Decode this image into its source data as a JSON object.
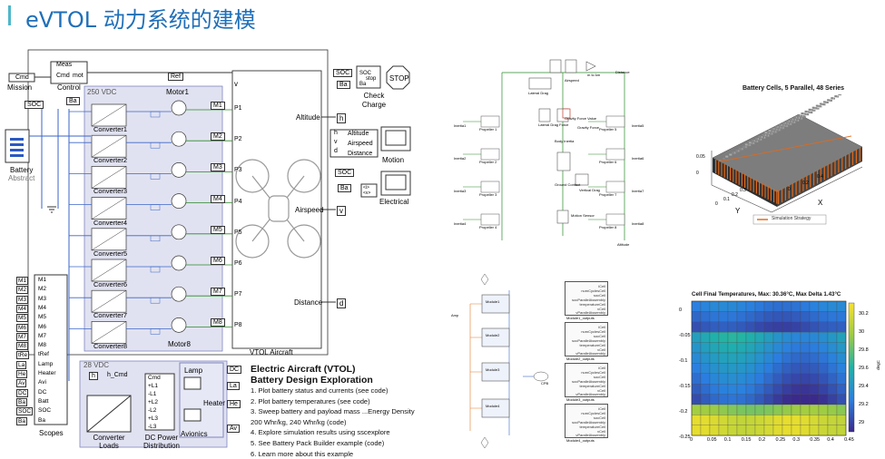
{
  "title": "eVTOL 动力系统的建模",
  "model": {
    "mission": "Mission",
    "cmd": "Cmd",
    "control": "Control",
    "meas": "Meas",
    "v": "v",
    "cmd_in": "Cmd",
    "mot": "mot",
    "ref": "Ref",
    "batt_bus": "250 VDC",
    "low_bus": "28 VDC",
    "motor1": "Motor1",
    "motor8": "Motor8",
    "converters": [
      "Converter1",
      "Converter2",
      "Converter3",
      "Converter4",
      "Converter5",
      "Converter6",
      "Converter7",
      "Converter8"
    ],
    "motors": [
      "M1",
      "M2",
      "M3",
      "M4",
      "M5",
      "M6",
      "M7",
      "M8"
    ],
    "ports": [
      "P1",
      "P2",
      "P3",
      "P4",
      "P5",
      "P6",
      "P7",
      "P8"
    ],
    "battery": "Battery",
    "abstract": "Abstract",
    "soc": "SOC",
    "ba": "Ba",
    "aircraft": "VTOL Aircraft",
    "altitude": "Altitude",
    "airspeed": "Airspeed",
    "distance": "Distance",
    "h": "h",
    "vv": "v",
    "d": "d",
    "soc_stop": "SOC",
    "ba_stop": "Ba",
    "stop": "STOP",
    "check_charge": "Check Charge",
    "stop_inner": "stop",
    "motion": "Motion",
    "alt_l": "Altitude",
    "air_l": "Airspeed",
    "dist_l": "Distance",
    "electrical": "Electrical",
    "i_v": "<i>\n<v>",
    "scopes": "Scopes",
    "scope_inputs": [
      "M1",
      "M2",
      "M3",
      "M4",
      "M5",
      "M6",
      "M7",
      "M8",
      "tRef",
      "Lamp",
      "Heater",
      "Avi",
      "DC",
      "Batt",
      "SOC",
      "Ba"
    ],
    "scope_tags": [
      "M1",
      "M2",
      "M3",
      "M4",
      "M5",
      "M6",
      "M7",
      "M8",
      "tRe",
      "La",
      "He",
      "Av",
      "DC",
      "Ba",
      "SOC",
      "Ba"
    ],
    "conv_loads": "Converter Loads",
    "dc_dist": "DC Power Distribution",
    "avionics": "Avionics",
    "lamp": "Lamp",
    "heater": "Heater",
    "lamp_tag": "La",
    "heater_tag": "He",
    "dc_tag": "DC",
    "av_tag": "Av",
    "cmd_l": "Cmd",
    "h_cmd": "h_Cmd",
    "bus_pins": [
      "Cmd",
      "+L1",
      "-L1",
      "+L2",
      "-L2",
      "+L3",
      "-L3"
    ]
  },
  "description": {
    "heading1": "Electric Aircraft (VTOL)",
    "heading2": "Battery Design Exploration",
    "items": [
      "1. Plot battery status and currents (see code)",
      "2. Plot battery temperatures (see code)",
      "3. Sweep battery and payload mass ...Energy Density 200 Whr/kg, 240 Whr/kg (code)",
      "4. Explore simulation results using sscexplore",
      "5. See Battery Pack Builder example (code)",
      "6. Learn more about this example"
    ]
  },
  "mechanics": {
    "props": [
      "Propeller 1",
      "Propeller 2",
      "Propeller 3",
      "Propeller 4",
      "Propeller 5",
      "Propeller 6",
      "Propeller 7",
      "Propeller 8"
    ],
    "inertias": [
      "Inertia1",
      "Inertia2",
      "Inertia3",
      "Inertia4",
      "Inertia5",
      "Inertia6",
      "Inertia7",
      "Inertia8"
    ],
    "center": [
      "Lateral Drag Force",
      "Gravity Force Value",
      "Gravity Force",
      "Body Inertia",
      "Ground Contact",
      "Vertical Drag",
      "Motion Sensor"
    ],
    "top": [
      "Lateral Drag",
      "Airspeed",
      "m to km",
      "Distance",
      "Altitude"
    ]
  },
  "battery3d": {
    "title": "Battery Cells, 5 Parallel, 48 Series",
    "legend": "Simulation Strategy",
    "xlabel": "X",
    "ylabel": "Y",
    "zticks": [
      "0.05",
      "0"
    ],
    "yticks": [
      "0",
      "0.1",
      "0.2",
      "0.3"
    ],
    "xticks": [
      "0",
      "0.2",
      "0.4"
    ]
  },
  "modules": {
    "names": [
      "Module1",
      "Module2",
      "Module3",
      "Module4"
    ],
    "outputs": [
      "Module1_outputs",
      "Module2_outputs",
      "Module3_outputs",
      "Module4_outputs"
    ],
    "cpb": "CPB",
    "amp": "Amp",
    "signals": [
      "iCell",
      "numCyclesCell",
      "socCell",
      "socParallelAssembly",
      "temperatureCell",
      "vCell",
      "vParallelAssembly"
    ]
  },
  "heatmap": {
    "title": "Cell Final Temperatures, Max: 30.36°C, Max Delta 1.43°C",
    "xticks": [
      "0",
      "0.05",
      "0.1",
      "0.15",
      "0.2",
      "0.25",
      "0.3",
      "0.35",
      "0.4",
      "0.45"
    ],
    "yticks": [
      "0",
      "-0.05",
      "-0.1",
      "-0.15",
      "-0.2",
      "-0.25"
    ],
    "cbar_ticks": [
      "30.2",
      "30",
      "29.8",
      "29.6",
      "29.4",
      "29.2",
      "29"
    ],
    "cbar_label": "degC"
  }
}
